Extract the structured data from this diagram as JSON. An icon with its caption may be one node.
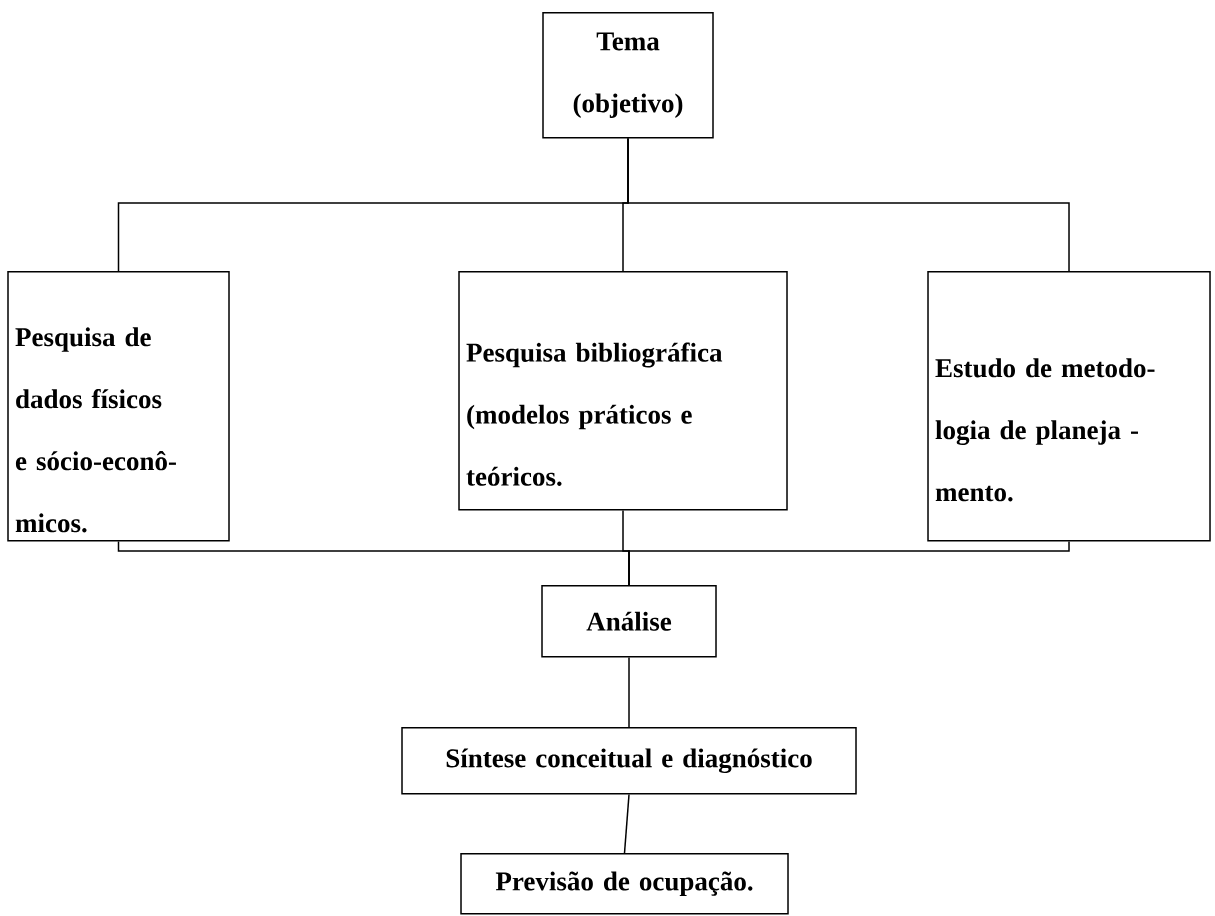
{
  "diagram": {
    "nodes": [
      {
        "text": [
          "Tema (objetivo)"
        ]
      },
      {
        "text": [
          "Pesquisa de dados físicos e sócio-econô- micos."
        ]
      },
      {
        "text": [
          "Pesquisa bibliográfica (modelos práticos e teóricos."
        ]
      },
      {
        "text": [
          "Estudo de metodo- logia de planeja - mento."
        ]
      },
      {
        "text": [
          "Análise"
        ]
      },
      {
        "text": [
          "Síntese conceitual e diagnóstico"
        ]
      },
      {
        "text": [
          "Previsão de ocupação."
        ]
      }
    ],
    "edges": [
      {
        "from": 0,
        "to": 1,
        "arrow": "none"
      },
      {
        "from": 0,
        "to": 2,
        "arrow": "none"
      },
      {
        "from": 0,
        "to": 3,
        "arrow": "none"
      },
      {
        "from": 1,
        "to": 4,
        "arrow": "none"
      },
      {
        "from": 2,
        "to": 4,
        "arrow": "none"
      },
      {
        "from": 3,
        "to": 4,
        "arrow": "none"
      },
      {
        "from": 4,
        "to": 5,
        "arrow": "none"
      },
      {
        "from": 5,
        "to": 6,
        "arrow": "none"
      }
    ]
  }
}
